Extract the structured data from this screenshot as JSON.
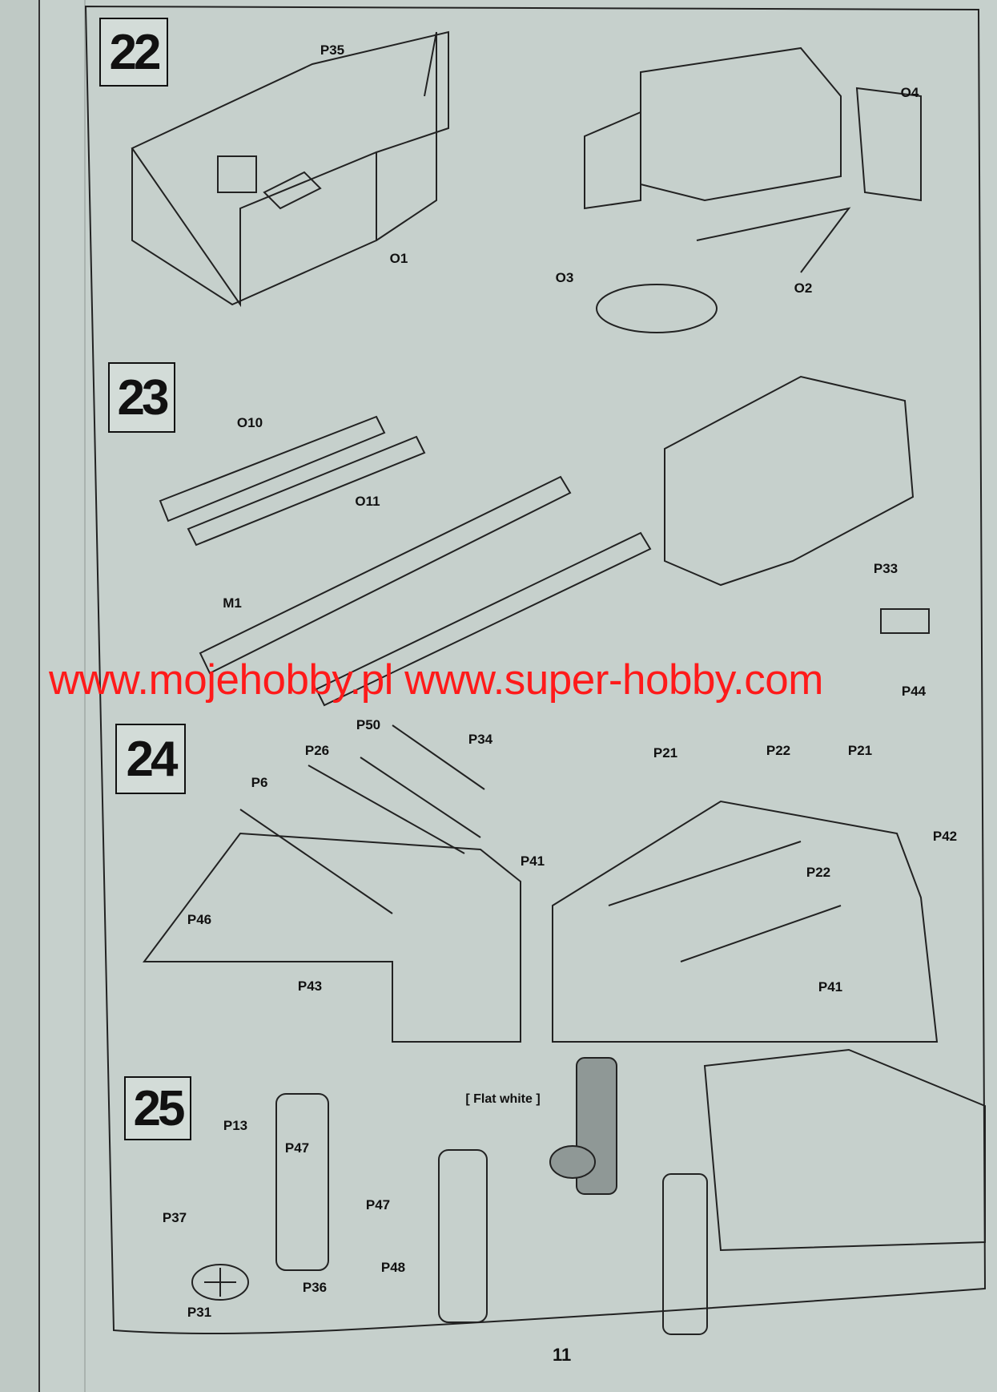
{
  "page_number": "11",
  "watermark": "www.mojehobby.pl www.super-hobby.com",
  "steps": [
    {
      "number": "22",
      "labels": [
        "P35",
        "O1",
        "O4",
        "O3",
        "O2"
      ]
    },
    {
      "number": "23",
      "labels": [
        "O10",
        "O11",
        "M1",
        "P33",
        "P44"
      ]
    },
    {
      "number": "24",
      "labels": [
        "P50",
        "P26",
        "P34",
        "P6",
        "P41",
        "P46",
        "P43",
        "P21",
        "P22",
        "P21",
        "P42",
        "P22",
        "P41"
      ]
    },
    {
      "number": "25",
      "labels": [
        "P13",
        "P47",
        "P37",
        "P36",
        "P31",
        "P47",
        "P48"
      ],
      "paint_note": "[ Flat white ]"
    }
  ],
  "colors": {
    "paper": "#c6d0cc",
    "watermark": "#ff1a1a",
    "ink": "#111111"
  }
}
